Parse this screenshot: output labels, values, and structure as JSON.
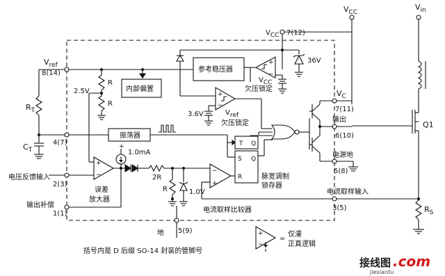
{
  "title": "",
  "pins": {
    "vref": "V",
    "vref_sub": "ref",
    "vref_pin": "8(14)",
    "vcc_pin": "7(12)",
    "vc_pin": "7(11)",
    "out_pin": "6(10)",
    "gnd_power_pin": "5(8)",
    "cs_pin": "3(5)",
    "ct_pin": "4(7)",
    "fb_pin": "2(3)",
    "comp_pin": "1(1)",
    "gnd_pin": "5(9)"
  },
  "labels": {
    "vcc_top": "V",
    "vcc_top_sub": "CC",
    "vin": "V",
    "vin_sub": "in",
    "vcc_pin_label": "V",
    "vcc_pin_label_sub": "CC",
    "vc": "V",
    "vc_sub": "C",
    "q1": "Q1",
    "rs": "R",
    "rs_sub": "S",
    "rt": "R",
    "rt_sub": "T",
    "ct": "C",
    "ct_sub": "T",
    "zener_36v": "36V",
    "ref_regulator": "参考稳压器",
    "internal_bias": "内部偏置",
    "v_2_5": "2.5V",
    "r1": "R",
    "r2": "R",
    "v_3_6": "3.6V",
    "vcc_uvlo": "V",
    "vcc_uvlo_sub": "CC",
    "uvlo1": "欠压锁定",
    "vref_uvlo": "V",
    "vref_uvlo_sub": "ref",
    "uvlo2": "欠压锁定",
    "oscillator": "振荡器",
    "output": "输出",
    "power_ground": "电源地",
    "current_source": "1.0mA",
    "two_r": "2R",
    "r3": "R",
    "v_1_0": "1.0V",
    "ff_t": "T",
    "ff_q1": "Q",
    "ff_s": "S",
    "ff_q2": "Q",
    "ff_r": "R",
    "pwm_latch_1": "脉宽调制",
    "pwm_latch_2": "锁存器",
    "error_amp_1": "误差",
    "error_amp_2": "放大器",
    "current_comparator": "电流取样比较器",
    "current_sense_input": "电流取样输入",
    "voltage_feedback_input": "电压反馈输入",
    "output_compensation": "输出补偿",
    "ground": "地",
    "legend_eq": "=",
    "legend_1": "仅灌",
    "legend_2": "正真逻辑",
    "footnote": "括号内是 D 后缀 SO-14 封装的管脚号"
  },
  "watermark": {
    "chinese": "接线图",
    "com": ".com",
    "url": "jiexiantu"
  }
}
